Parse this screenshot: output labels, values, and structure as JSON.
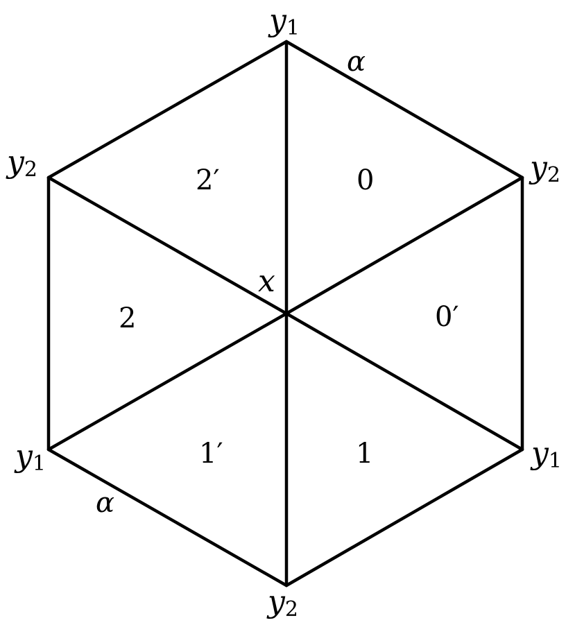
{
  "diagram": {
    "center_label": {
      "var": "x"
    },
    "vertices": {
      "top": {
        "var": "y",
        "sub": "1"
      },
      "upper_right": {
        "var": "y",
        "sub": "2"
      },
      "lower_right": {
        "var": "y",
        "sub": "1"
      },
      "bottom": {
        "var": "y",
        "sub": "2"
      },
      "lower_left": {
        "var": "y",
        "sub": "1"
      },
      "upper_left": {
        "var": "y",
        "sub": "2"
      }
    },
    "faces": {
      "top_right": {
        "num": "0",
        "prime": ""
      },
      "right": {
        "num": "0",
        "prime": "′"
      },
      "bottom_right": {
        "num": "1",
        "prime": ""
      },
      "bottom_left": {
        "num": "1",
        "prime": "′"
      },
      "left": {
        "num": "2",
        "prime": ""
      },
      "top_left": {
        "num": "2",
        "prime": "′"
      }
    },
    "edge_labels": {
      "top_right_edge": "α",
      "bottom_left_edge": "α"
    },
    "colors": {
      "stroke": "#000000",
      "background": "#ffffff"
    }
  }
}
